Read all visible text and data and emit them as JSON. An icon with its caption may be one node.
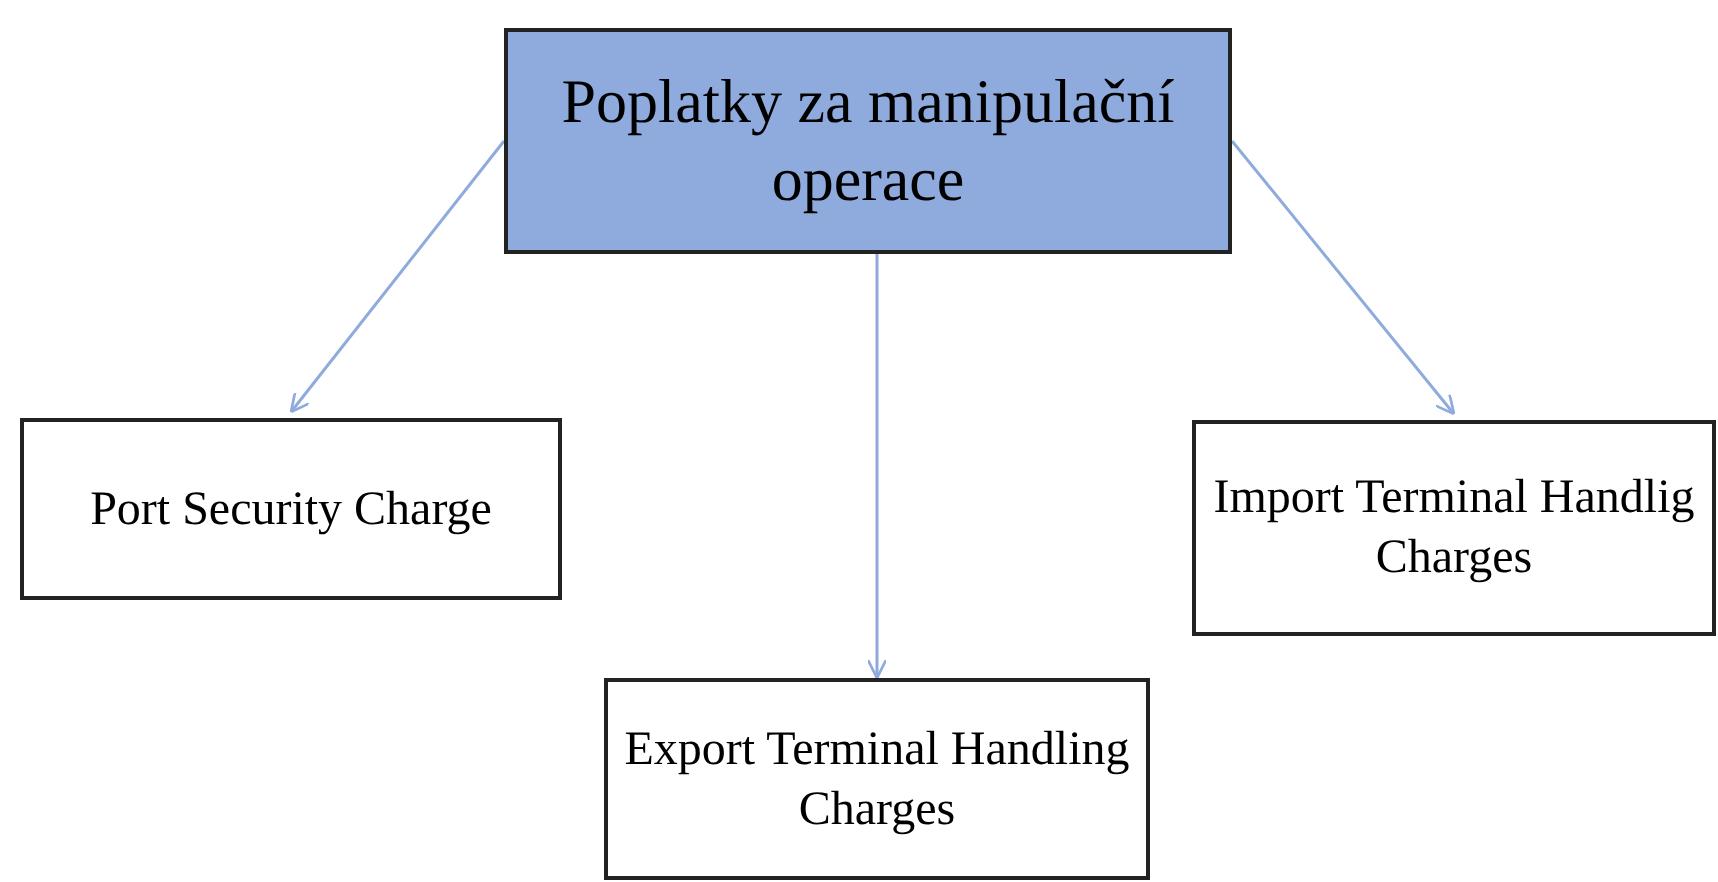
{
  "diagram": {
    "nodes": [
      {
        "text": [
          "Poplatky za manipulační operace"
        ]
      },
      {
        "text": [
          "Port Security Charge"
        ]
      },
      {
        "text": [
          "Export Terminal Handling Charges"
        ]
      },
      {
        "text": [
          "Import Terminal Handlig Charges"
        ]
      }
    ],
    "edges": [
      {
        "from": 0,
        "to": 1,
        "arrow": "to"
      },
      {
        "from": 0,
        "to": 2,
        "arrow": "to"
      },
      {
        "from": 0,
        "to": 3,
        "arrow": "to"
      }
    ]
  }
}
